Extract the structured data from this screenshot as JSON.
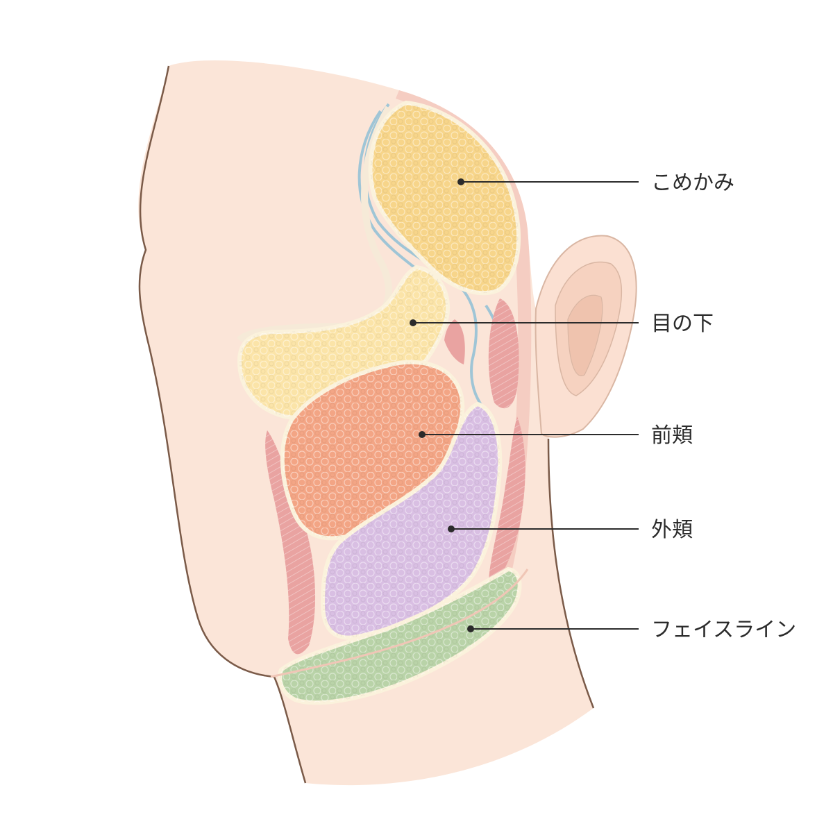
{
  "diagram": {
    "labels": [
      {
        "id": "temple",
        "text": "こめかみ"
      },
      {
        "id": "under-eye",
        "text": "目の下"
      },
      {
        "id": "front-cheek",
        "text": "前頬"
      },
      {
        "id": "outer-cheek",
        "text": "外頬"
      },
      {
        "id": "face-line",
        "text": "フェイスライン"
      }
    ],
    "colors": {
      "background": "#ffffff",
      "skin": "#fbe5d8",
      "skin_outline": "#7a5a48",
      "temple": "#f7d58a",
      "under_eye": "#fbe4a8",
      "front_cheek": "#f3a585",
      "outer_cheek": "#d9bfe3",
      "face_line": "#b9d3a8",
      "muscle": "#e9a3a1",
      "vessel": "#8fc0d6",
      "leader": "#2b2b2b"
    }
  }
}
